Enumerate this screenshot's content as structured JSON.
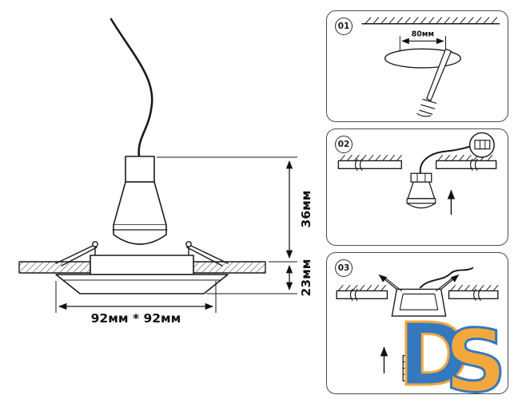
{
  "drawing": {
    "dim_lamp_height": "36мм",
    "dim_trim_height": "23мм",
    "dim_width": "92мм * 92мм"
  },
  "steps": [
    {
      "number": "01",
      "hole_dim": "80мм"
    },
    {
      "number": "02"
    },
    {
      "number": "03"
    }
  ],
  "logo": {
    "letter_d": "D",
    "letter_s": "S",
    "blue": "#3478bf",
    "orange": "#f2a83c"
  }
}
